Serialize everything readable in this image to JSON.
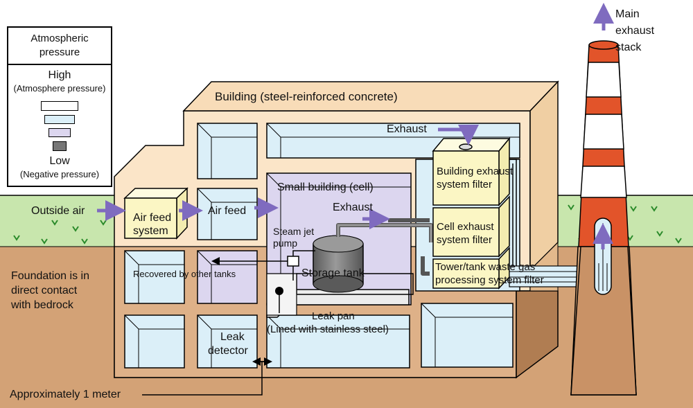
{
  "legend": {
    "title_line1": "Atmospheric",
    "title_line2": "pressure",
    "high": "High",
    "high_note": "(Atmosphere pressure)",
    "low": "Low",
    "low_note": "(Negative pressure)"
  },
  "labels": {
    "building": "Building (steel-reinforced concrete)",
    "small_building": "Small building (cell)",
    "exhaust_top": "Exhaust",
    "exhaust_mid": "Exhaust",
    "outside_air": "Outside air",
    "air_feed_system_1": "Air feed",
    "air_feed_system_2": "system",
    "air_feed": "Air feed",
    "steam_jet_1": "Steam jet",
    "steam_jet_2": "pump",
    "storage_tank": "Storage tank",
    "recovered": "Recovered by other tanks",
    "leak_pan_1": "Leak pan",
    "leak_pan_2": "(Lined with stainless steel)",
    "leak_detector_1": "Leak",
    "leak_detector_2": "detector",
    "approx": "Approximately 1 meter",
    "foundation_1": "Foundation is in",
    "foundation_2": "direct contact",
    "foundation_3": "with bedrock",
    "bldg_filter_1": "Building exhaust",
    "bldg_filter_2": "system filter",
    "cell_filter_1": "Cell exhaust",
    "cell_filter_2": "system filter",
    "tower_filter_1": "Tower/tank waste gas",
    "tower_filter_2": "processing system filter",
    "stack_1": "Main",
    "stack_2": "exhaust",
    "stack_3": "stack"
  },
  "colors": {
    "sky": "#ffffff",
    "ground_green": "#c8e6ad",
    "soil": "#d3a276",
    "soil_dark": "#b07d52",
    "building": "#fbe5c8",
    "building_side": "#f0cfa3",
    "room_blue": "#dbeff8",
    "cell_purple": "#dcd6ef",
    "filter_yellow": "#fbf6c4",
    "stack_red": "#e2542a",
    "arrow_purple": "#7f6bbf",
    "pipe_gray": "#8a8a8a",
    "tank_gray": "#6d6d6d"
  }
}
